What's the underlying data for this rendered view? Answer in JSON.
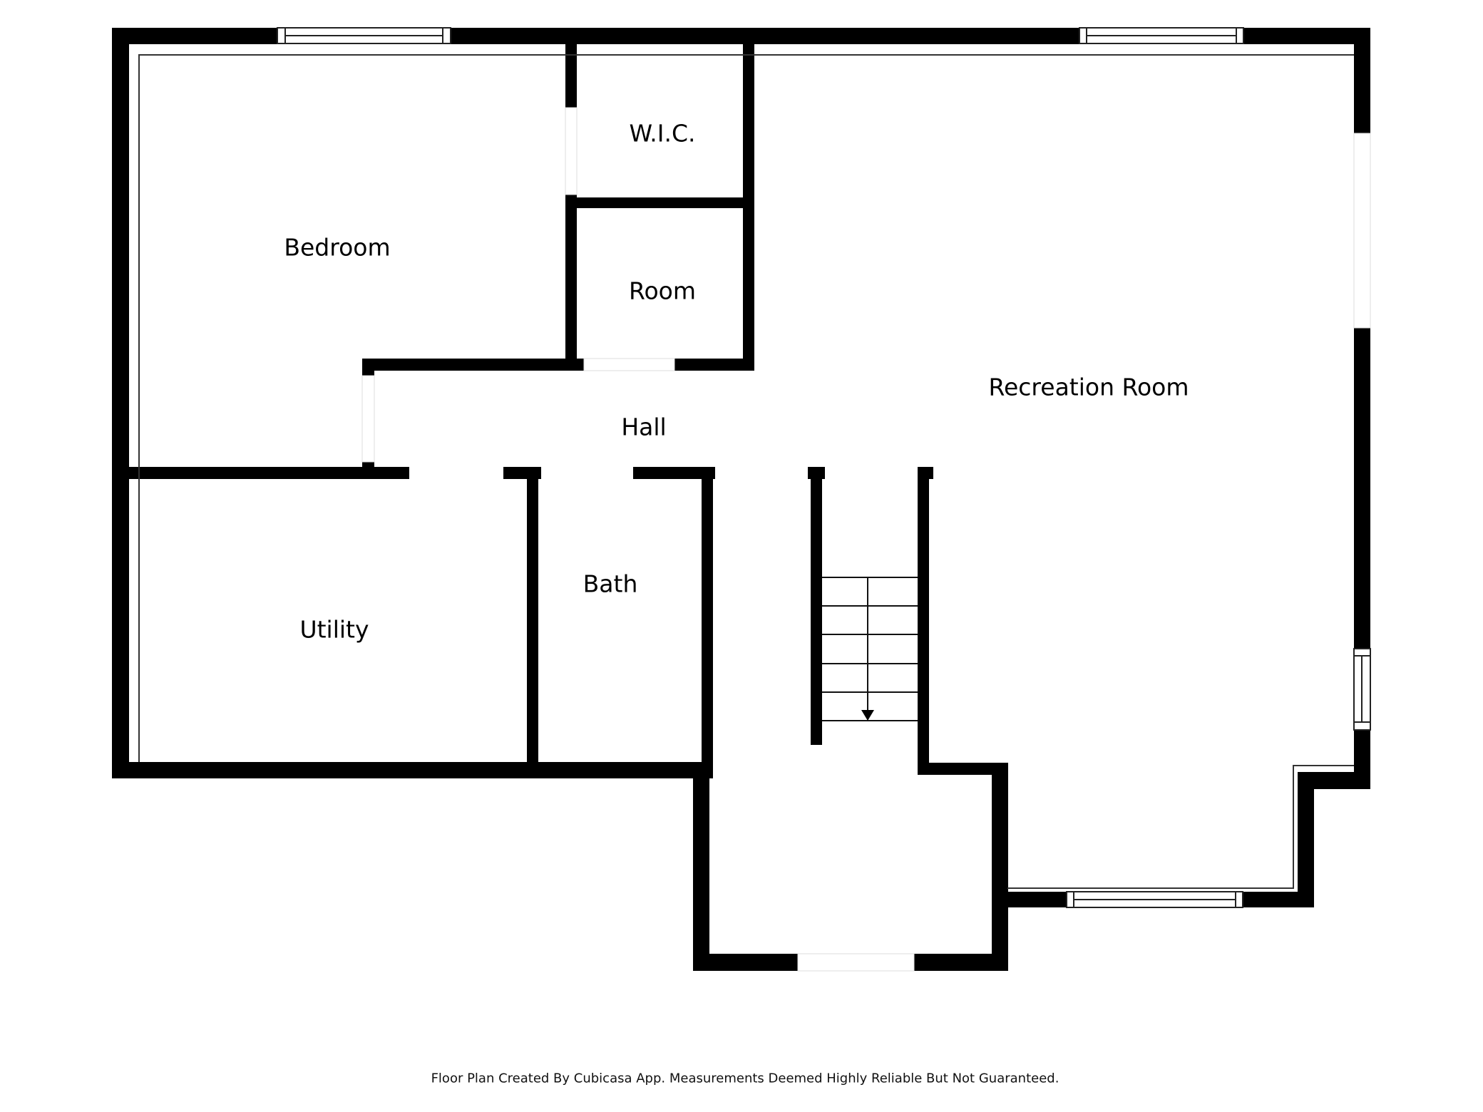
{
  "floor_plan": {
    "rooms": [
      {
        "id": "bedroom",
        "label": "Bedroom"
      },
      {
        "id": "wic",
        "label": "W.I.C."
      },
      {
        "id": "room",
        "label": "Room"
      },
      {
        "id": "hall",
        "label": "Hall"
      },
      {
        "id": "recreation",
        "label": "Recreation Room"
      },
      {
        "id": "utility",
        "label": "Utility"
      },
      {
        "id": "bath",
        "label": "Bath"
      }
    ],
    "stairs": {
      "direction": "down",
      "arrow_icon": "arrow-down-icon"
    },
    "colors": {
      "wall": "#000000",
      "background": "#ffffff",
      "line": "#333333"
    }
  },
  "footer": {
    "text": "Floor Plan Created By Cubicasa App. Measurements Deemed Highly Reliable But Not Guaranteed."
  }
}
